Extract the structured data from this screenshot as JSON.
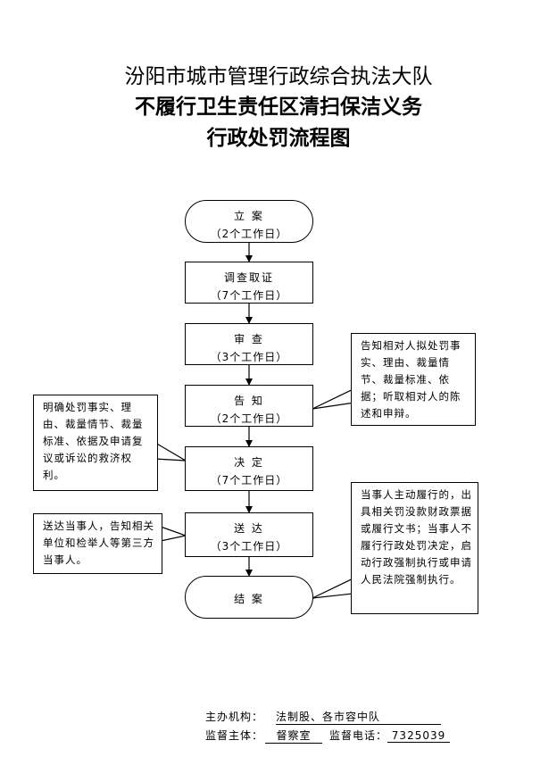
{
  "title": {
    "line1": "汾阳市城市管理行政综合执法大队",
    "line2": "不履行卫生责任区清扫保洁义务",
    "line3": "行政处罚流程图"
  },
  "steps": [
    {
      "name": "立  案",
      "duration": "（2个工作日）"
    },
    {
      "name": "调查取证",
      "duration": "（7个工作日）"
    },
    {
      "name": "审  查",
      "duration": "（3个工作日）"
    },
    {
      "name": "告  知",
      "duration": "（2个工作日）"
    },
    {
      "name": "决  定",
      "duration": "（7个工作日）"
    },
    {
      "name": "送  达",
      "duration": "（3个工作日）"
    },
    {
      "name": "结  案"
    }
  ],
  "notes": {
    "inform": "告知相对人拟处罚事实、理由、裁量情节、裁量标准、依据；听取相对人的陈述和申辩。",
    "decide": "明确处罚事实、理由、裁量情节、裁量标准、依据及申请复议或诉讼的救济权利。",
    "deliver": "送达当事人，告知相关单位和检举人等第三方当事人。",
    "close": "当事人主动履行的，出具相关罚没款财政票据或履行文书；当事人不履行行政处罚决定，启动行政强制执行或申请人民法院强制执行。"
  },
  "footer": {
    "org_label": "主办机构：",
    "org_value": "法制股、各市容中队",
    "supervisor_label": "监督主体：",
    "supervisor_value": "督察室",
    "phone_label": "监督电话：",
    "phone_value": "7325039"
  }
}
